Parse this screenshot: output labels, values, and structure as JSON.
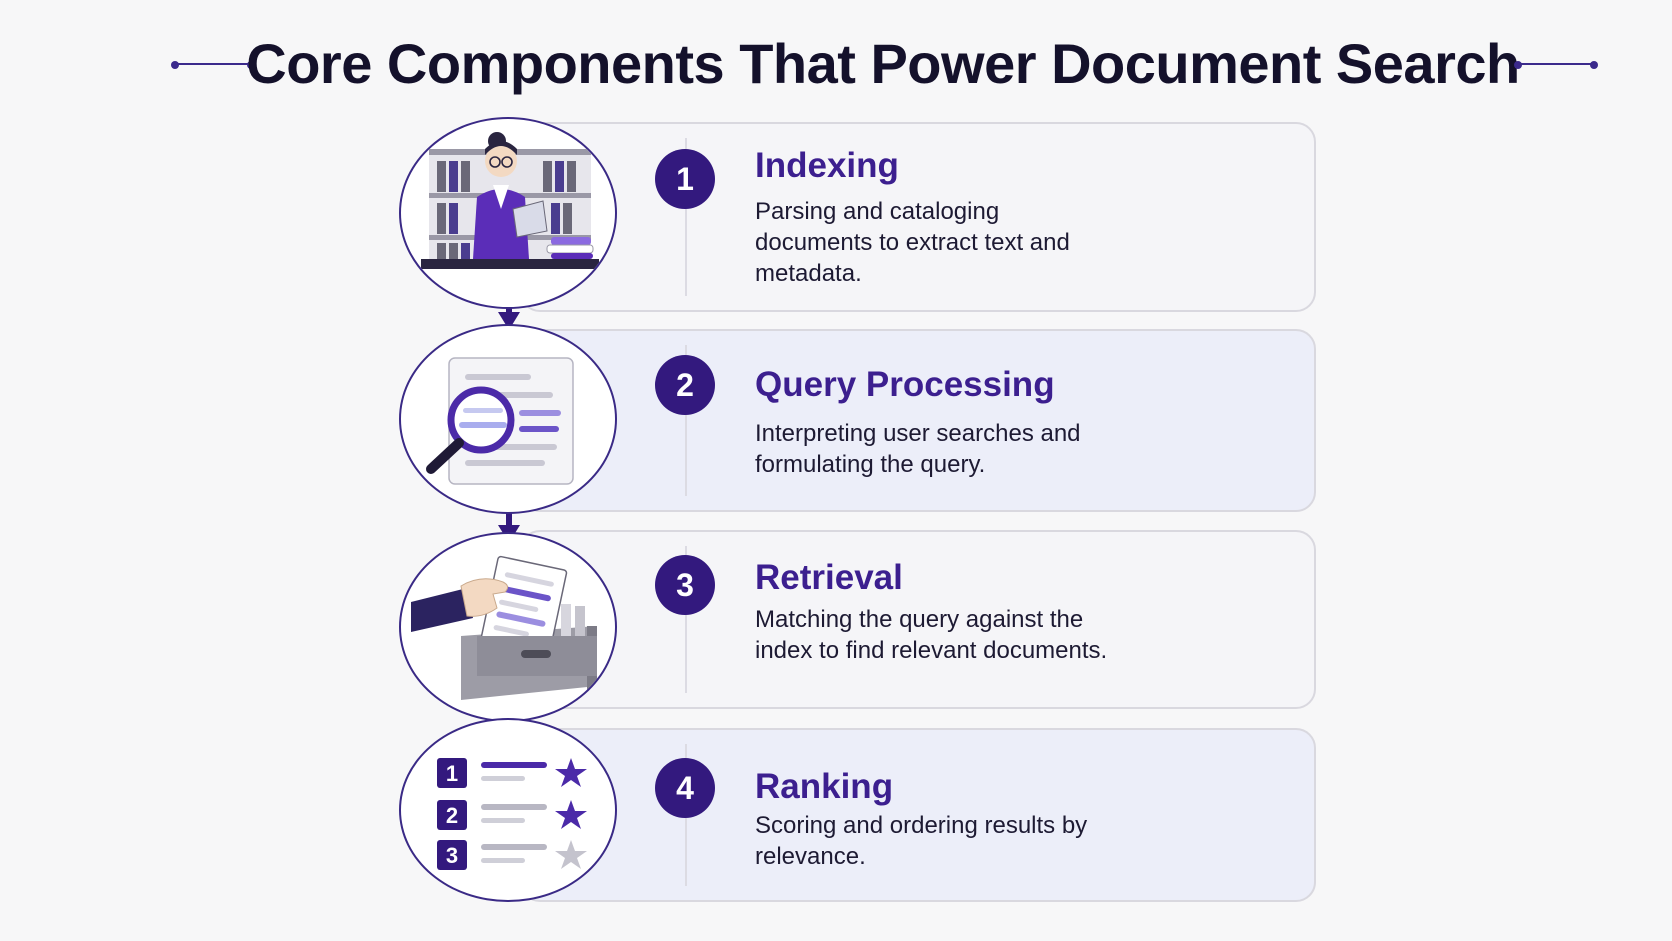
{
  "title": "Core Components That Power Document Search",
  "steps": [
    {
      "number": "1",
      "title": "Indexing",
      "desc": "Parsing and cataloging documents to extract text and metadata.",
      "icon": "librarian-reading-icon"
    },
    {
      "number": "2",
      "title": "Query Processing",
      "desc": "Interpreting user searches and formulating the query.",
      "icon": "magnifier-document-icon"
    },
    {
      "number": "3",
      "title": "Retrieval",
      "desc": "Matching the query against the index to find relevant documents.",
      "icon": "file-drawer-retrieval-icon"
    },
    {
      "number": "4",
      "title": "Ranking",
      "desc": "Scoring and ordering results by relevance.",
      "icon": "ranked-list-stars-icon"
    }
  ],
  "ranking_icon": {
    "ranks": [
      "1",
      "2",
      "3"
    ]
  },
  "colors": {
    "accent": "#33197e",
    "title_purple": "#3c1f8f",
    "card_light": "#f5f5f8",
    "card_tinted": "#eceef9"
  }
}
